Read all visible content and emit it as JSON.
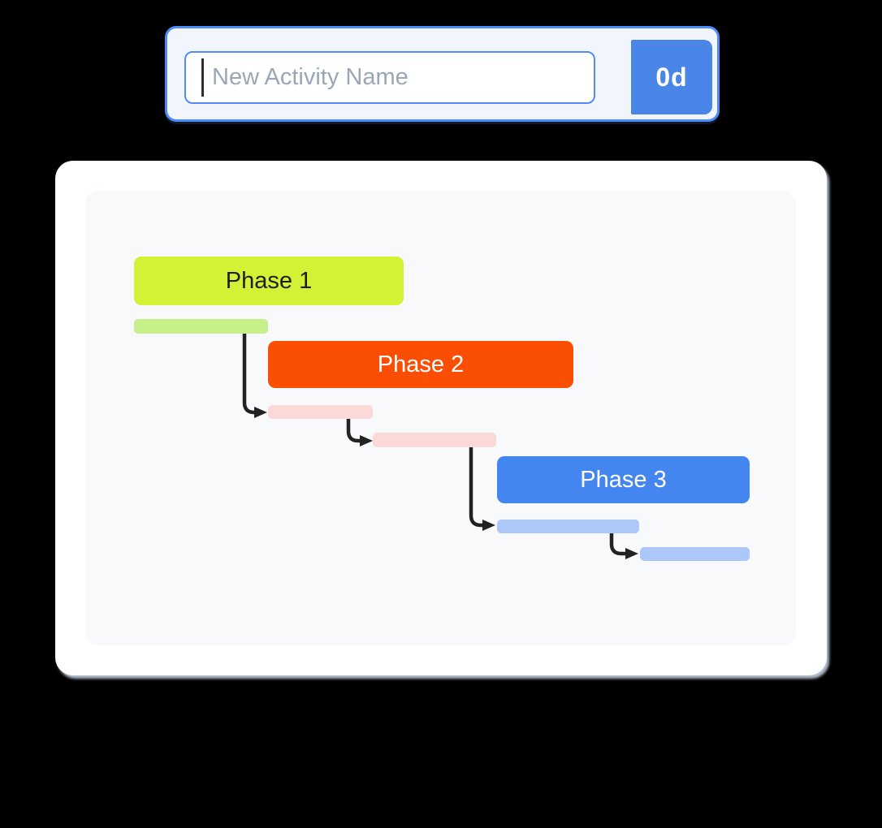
{
  "window": {
    "background": "#000000"
  },
  "toolbar": {
    "background": "#F2F6FC",
    "border_color": "#4B8CF6",
    "input_border_color": "#538BF4",
    "input": {
      "placeholder": "New Activity Name",
      "value": ""
    },
    "duration_button": {
      "label": "0d",
      "background": "#4A86E8",
      "text_color": "#FFFFFF"
    }
  },
  "gantt": {
    "card_background": "#FFFFFF",
    "canvas_background": "#F8F9FB",
    "arrow_color": "#222222",
    "dependency_count": 4,
    "phases": [
      {
        "name": "Phase 1",
        "label_color": "#D3F235",
        "label_text_color": "#1E1E1E",
        "bar_color": "#C7EF8A",
        "bar_count": 1
      },
      {
        "name": "Phase 2",
        "label_color": "#FB4E05",
        "label_text_color": "#FFFFFF",
        "bar_color": "#FBD9D8",
        "bar_count": 2
      },
      {
        "name": "Phase 3",
        "label_color": "#4486F0",
        "label_text_color": "#FFFFFF",
        "bar_color": "#AEC7F9",
        "bar_count": 2
      }
    ]
  }
}
